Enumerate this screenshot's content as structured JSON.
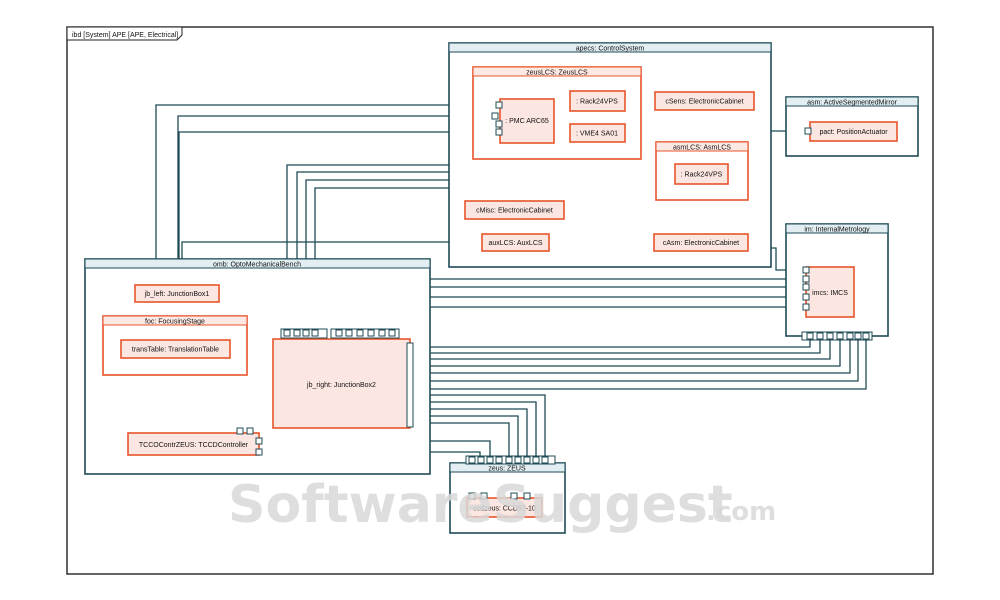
{
  "frame": {
    "label": "ibd [System] APE [APE, Electrical]"
  },
  "control_system": {
    "title": "apecs: ControlSystem",
    "zeus_lcs": {
      "title": "zeusLCS: ZeusLCS",
      "pmc": ": PMC ARC65",
      "rack": ": Rack24VPS",
      "vme": ": VME4 SA01"
    },
    "c_sens": "cSens: ElectronicCabinet",
    "asm_lcs": {
      "title": "asmLCS: AsmLCS",
      "rack": ": Rack24VPS"
    },
    "c_misc": "cMisc: ElectronicCabinet",
    "aux_lcs": "auxLCS: AuxLCS",
    "c_asm": "cAsm: ElectronicCabinet"
  },
  "asm": {
    "title": "asm: ActiveSegmentedMirror",
    "pact": "pact: PositionActuator"
  },
  "im": {
    "title": "im: InternalMetrology",
    "imcs": "imcs: IMCS"
  },
  "omb": {
    "title": "omb: OptoMechanicalBench",
    "jb_left": "jb_left: JunctionBox1",
    "foc": {
      "title": "foc: FocusingStage",
      "trans": "transTable: TranslationTable"
    },
    "jb_right": "jb_right: JunctionBox2",
    "tccd": "TCCOContrZEUS: TCCDController"
  },
  "zeus": {
    "title": "zeus: ZEUS",
    "ccd": "ccdzeus: CCD57-10"
  },
  "watermark": {
    "brand": "SoftwareSuggest",
    "suffix": ".com"
  }
}
